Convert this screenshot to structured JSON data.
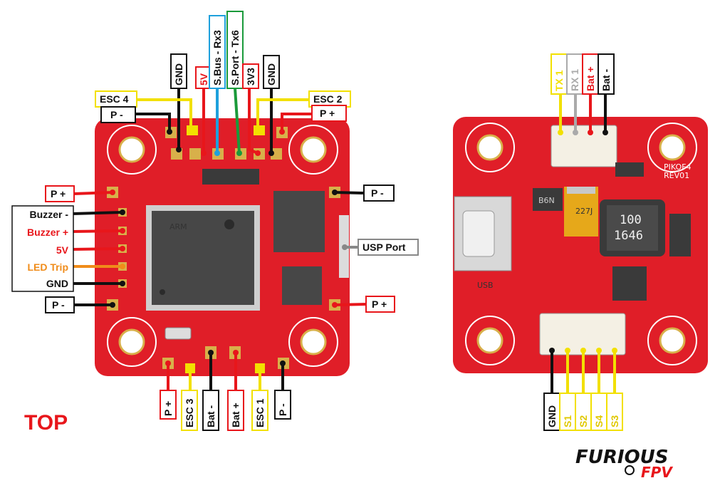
{
  "view_label": "TOP",
  "colors": {
    "red": "#e8161b",
    "black": "#111111",
    "yellow": "#f2e000",
    "blue": "#1ea0dc",
    "green": "#1a9a3a",
    "orange": "#f08c1a",
    "gray": "#aaaaaa",
    "board": "#e01e28"
  },
  "top_labels": {
    "gnd_l": "GND",
    "v5": "5V",
    "sbus": "S.Bus - Rx3",
    "sport": "S.Port - Tx6",
    "v3v3": "3V3",
    "gnd_r": "GND",
    "esc4": "ESC 4",
    "esc2": "ESC 2",
    "pneg_tl": "P -",
    "ppos_tr": "P +"
  },
  "left_labels": {
    "ppos": "P +",
    "buzzer_neg": "Buzzer -",
    "buzzer_pos": "Buzzer +",
    "v5": "5V",
    "led": "LED Trip",
    "gnd": "GND",
    "pneg": "P -"
  },
  "right_labels": {
    "pneg": "P -",
    "usb": "USP Port",
    "ppos": "P +"
  },
  "bottom_labels": {
    "ppos": "P +",
    "esc3": "ESC 3",
    "batneg": "Bat -",
    "batpos": "Bat +",
    "esc1": "ESC 1",
    "pneg": "P -"
  },
  "back_top_labels": {
    "tx1": "TX 1",
    "rx1": "RX 1",
    "batpos": "Bat +",
    "batneg": "Bat -"
  },
  "back_bottom_labels": {
    "gnd": "GND",
    "s1": "S1",
    "s2": "S2",
    "s4": "S4",
    "s3": "S3"
  },
  "chip_text": {
    "arm": "ARM",
    "inductor_top": "100",
    "inductor_bot": "1646",
    "pikof": "PIKOF4",
    "rev": "REV01",
    "usb": "USB",
    "b6n": "B6N",
    "cap": "227J"
  },
  "brand": {
    "line1": "FURIOUS",
    "line2": "FPV"
  }
}
